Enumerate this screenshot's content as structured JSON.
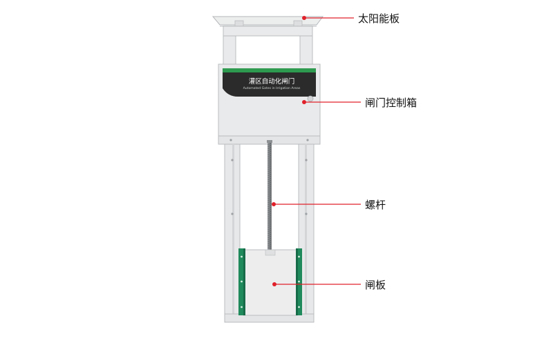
{
  "device": {
    "box_title": "灌区自动化闸门",
    "box_subtitle": "Automated Gates in Irrigation Areas"
  },
  "callouts": {
    "solar_panel": "太阳能板",
    "control_box": "闸门控制箱",
    "screw_rod": "螺杆",
    "gate_plate": "闸板"
  },
  "colors": {
    "frame": "#e9eaeb",
    "frame_edge": "#b9bcbf",
    "box_band": "#2b2b2b",
    "accent_green": "#2e9a4f",
    "rail_green": "#1f8a5c",
    "leader": "#e0202a",
    "text": "#111111"
  }
}
